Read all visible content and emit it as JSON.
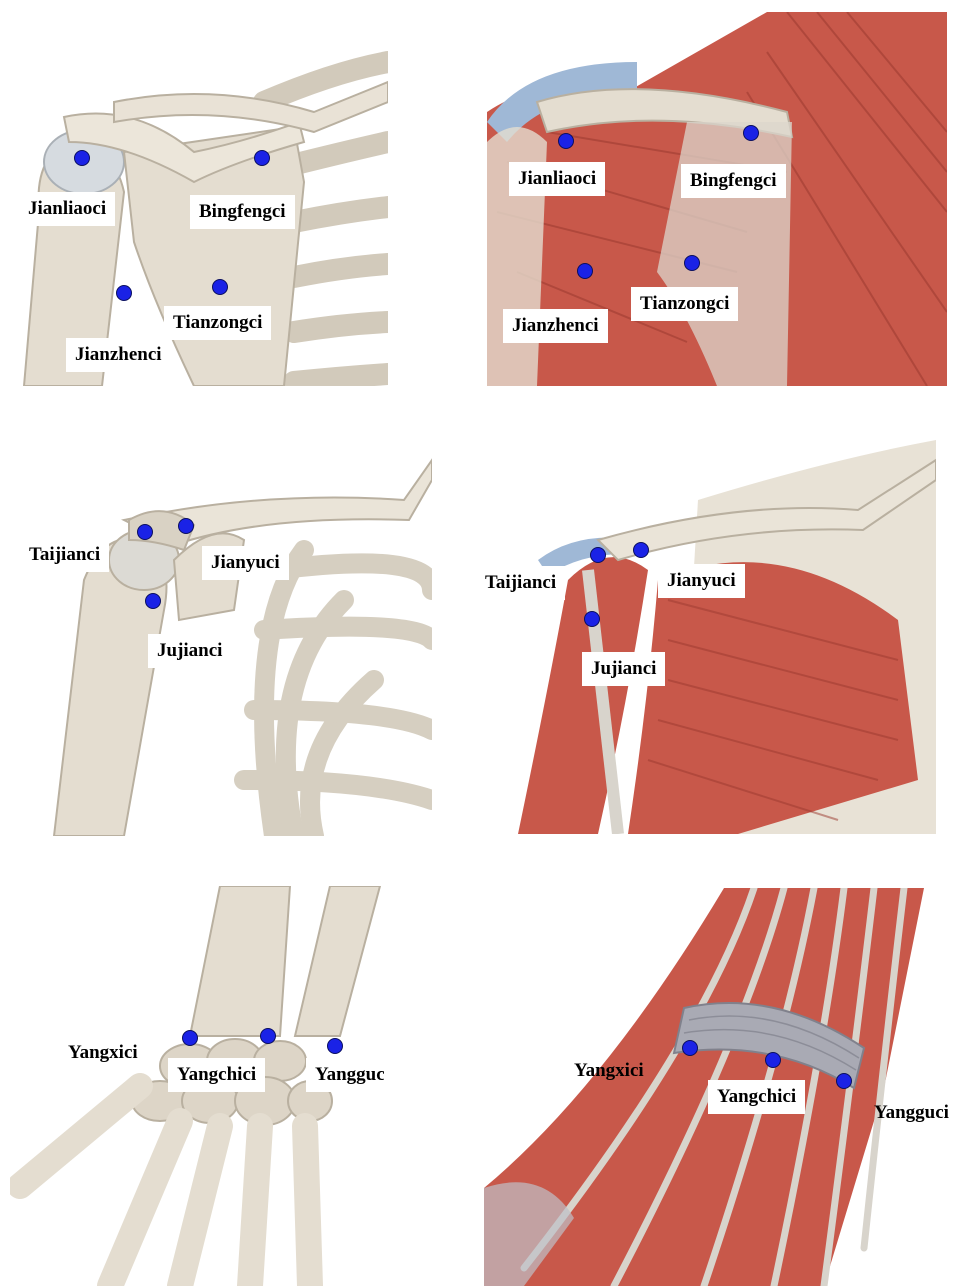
{
  "colors": {
    "bone": "#e4ddd0",
    "bone_shadow": "#b9b0a0",
    "muscle": "#c8584a",
    "muscle_dark": "#9c3a30",
    "tendon": "#d8d4cc",
    "cartilage": "#9fb8d6",
    "retinaculum": "#a9aab4",
    "acupoint": "#1a22e6"
  },
  "panels": {
    "p1": {
      "view": "posterior-shoulder-bone",
      "labels": {
        "a": "Jianliaoci",
        "b": "Bingfengci",
        "c": "Tianzongci",
        "d": "Jianzhenci"
      }
    },
    "p2": {
      "view": "posterior-shoulder-muscle",
      "labels": {
        "a": "Jianliaoci",
        "b": "Bingfengci",
        "c": "Jianzhenci",
        "d": "Tianzongci"
      }
    },
    "p3": {
      "view": "anterior-shoulder-bone",
      "labels": {
        "a": "Taijianci",
        "b": "Jianyuci",
        "c": "Jujianci"
      }
    },
    "p4": {
      "view": "anterior-shoulder-muscle",
      "labels": {
        "a": "Taijianci",
        "b": "Jianyuci",
        "c": "Jujianci"
      }
    },
    "p5": {
      "view": "wrist-bone",
      "labels": {
        "a": "Yangxici",
        "b": "Yangchici",
        "c": "Yangguci"
      }
    },
    "p6": {
      "view": "wrist-muscle",
      "labels": {
        "a": "Yangxici",
        "b": "Yangchici",
        "c": "Yangguci"
      }
    }
  }
}
